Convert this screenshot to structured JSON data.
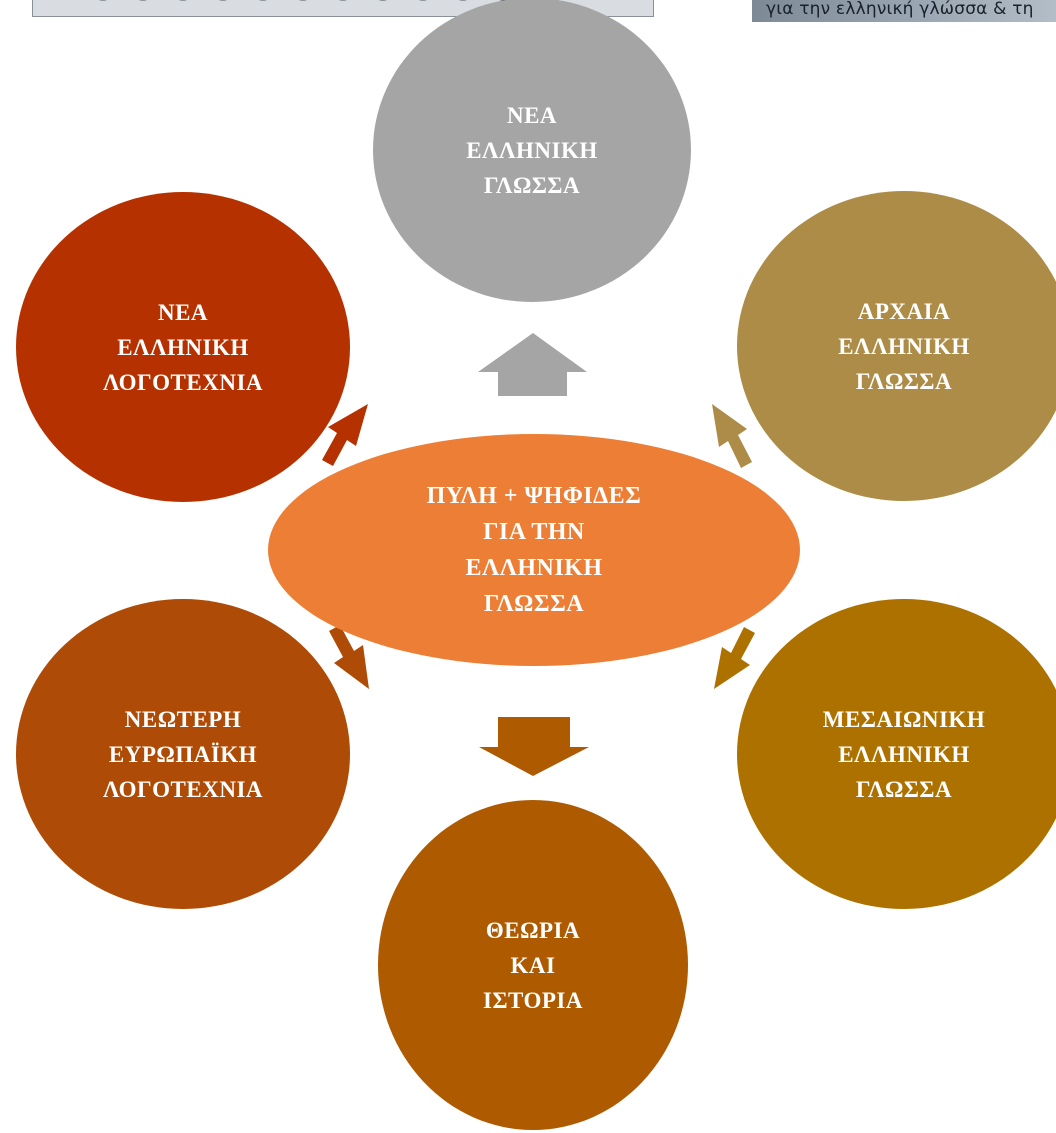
{
  "corner_banner": {
    "text": "για την ελληνική γλώσσα & τη"
  },
  "center": {
    "lines": [
      "ΠΥΛΗ + ΨΗΦΙΔΕΣ",
      "ΓΙΑ ΤΗΝ",
      "ΕΛΛΗΝΙΚΗ",
      "ΓΛΩΣΣΑ"
    ],
    "color": "#ec7f35"
  },
  "nodes": {
    "top": {
      "lines": [
        "ΝΕΑ",
        "ΕΛΛΗΝΙΚΗ",
        "ΓΛΩΣΣΑ"
      ],
      "color": "#a5a5a5"
    },
    "upper_right": {
      "lines": [
        "ΑΡΧΑΙΑ",
        "ΕΛΛΗΝΙΚΗ",
        "ΓΛΩΣΣΑ"
      ],
      "color": "#ad8c47"
    },
    "lower_right": {
      "lines": [
        "ΜΕΣΑΙΩΝΙΚΗ",
        "ΕΛΛΗΝΙΚΗ",
        "ΓΛΩΣΣΑ"
      ],
      "color": "#ad7100"
    },
    "bottom": {
      "lines": [
        "ΘΕΩΡΙΑ",
        "ΚΑΙ",
        "ΙΣΤΟΡΙΑ"
      ],
      "color": "#ae5a00"
    },
    "lower_left": {
      "lines": [
        "ΝΕΩΤΕΡΗ",
        "ΕΥΡΩΠΑΪΚΗ",
        "ΛΟΓΟΤΕΧΝΙΑ"
      ],
      "color": "#ae4b06"
    },
    "upper_left": {
      "lines": [
        "ΝΕΑ",
        "ΕΛΛΗΝΙΚΗ",
        "ΛΟΓΟΤΕΧΝΙΑ"
      ],
      "color": "#b53200"
    }
  },
  "arrows": {
    "top": "#a5a5a5",
    "upper_right": "#ad8c47",
    "lower_right": "#ad7100",
    "bottom": "#ae5a00",
    "lower_left": "#ae4b06",
    "upper_left": "#b53200"
  }
}
